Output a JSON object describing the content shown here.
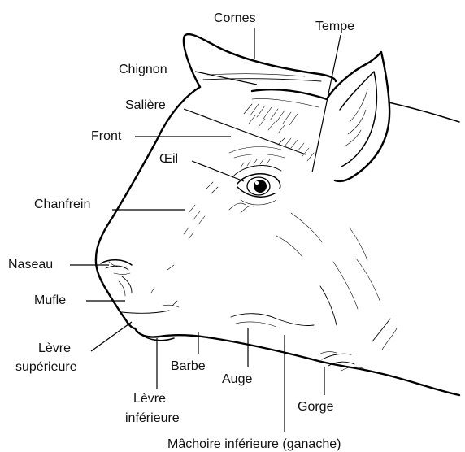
{
  "labels": {
    "cornes": "Cornes",
    "tempe": "Tempe",
    "chignon": "Chignon",
    "saliere": "Salière",
    "front": "Front",
    "oeil": "Œil",
    "chanfrein": "Chanfrein",
    "naseau": "Naseau",
    "mufle": "Mufle",
    "levre_sup_1": "Lèvre",
    "levre_sup_2": "supérieure",
    "barbe": "Barbe",
    "auge": "Auge",
    "levre_inf_1": "Lèvre",
    "levre_inf_2": "inférieure",
    "gorge": "Gorge",
    "machoire": "Mâchoire inférieure (ganache)"
  },
  "colors": {
    "ink": "#000000",
    "background": "#ffffff"
  }
}
